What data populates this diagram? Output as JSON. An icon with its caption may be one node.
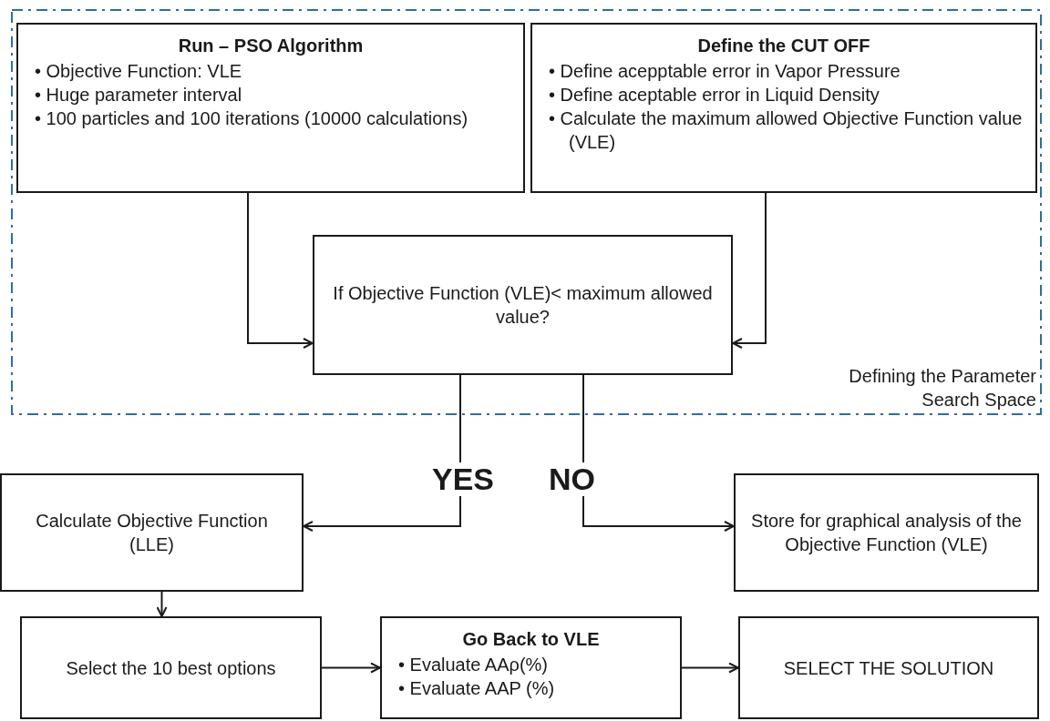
{
  "diagram": {
    "nodes": [
      {
        "text": [
          "Defining the Parameter Search Space"
        ]
      },
      {
        "text": [
          "Run – PSO Algorithm",
          "• Objective Function: VLE",
          "• Huge parameter interval",
          "• 100 particles and 100 iterations (10000 calculations)"
        ],
        "in": 0
      },
      {
        "text": [
          "Define the CUT OFF",
          "• Define acepptable error in Vapor Pressure",
          "• Define aceptable error in Liquid Density",
          "• Calculate the maximum allowed Objective Function value (VLE)"
        ],
        "in": 0
      },
      {
        "text": [
          "If Objective Function (VLE)< maximum allowed value?"
        ],
        "in": 0
      },
      {
        "text": [
          "Calculate Objective Function (LLE)"
        ]
      },
      {
        "text": [
          "Store for graphical analysis of the Objective Function (VLE)"
        ]
      },
      {
        "text": [
          "Select the 10 best options"
        ]
      },
      {
        "text": [
          "Go Back to VLE",
          "• Evaluate AAρ(%)",
          "• Evaluate AAP (%)"
        ]
      },
      {
        "text": [
          "SELECT THE SOLUTION"
        ]
      }
    ],
    "edges": [
      {
        "from": 1,
        "to": 3,
        "arrow": "to"
      },
      {
        "from": 2,
        "to": 3,
        "arrow": "to"
      },
      {
        "from": 3,
        "to": 4,
        "arrow": "to",
        "label": "YES"
      },
      {
        "from": 3,
        "to": 5,
        "arrow": "to",
        "label": "NO"
      },
      {
        "from": 4,
        "to": 6,
        "arrow": "to"
      },
      {
        "from": 6,
        "to": 7,
        "arrow": "to"
      },
      {
        "from": 7,
        "to": 8,
        "arrow": "to"
      }
    ]
  }
}
